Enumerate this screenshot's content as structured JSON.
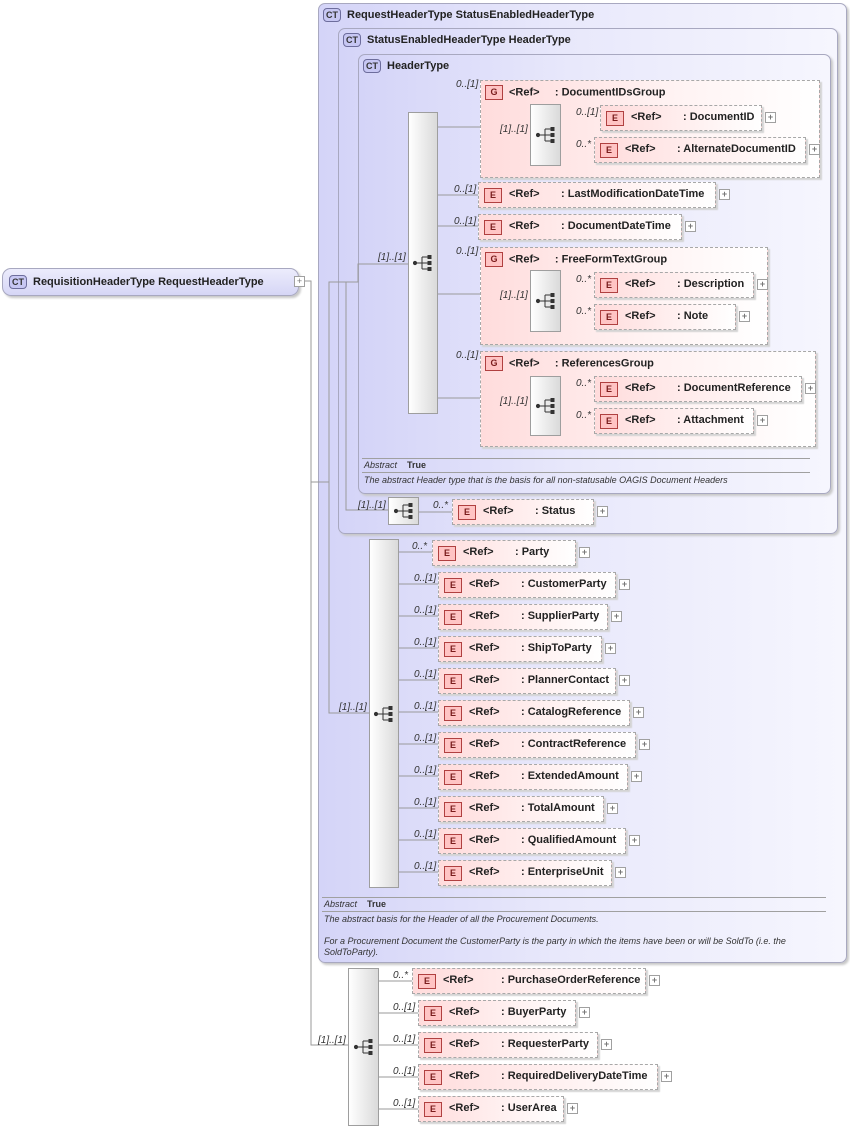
{
  "diagram": {
    "root": {
      "name": "RequisitionHeaderType",
      "base": "RequestHeaderType",
      "badge": "CT"
    },
    "request_header": {
      "name": "RequestHeaderType",
      "base": "StatusEnabledHeaderType",
      "badge": "CT",
      "abstract_label": "Abstract",
      "abstract_value": "True",
      "description_1": "The abstract basis for the Header of all the Procurement Documents.",
      "description_2": "For a Procurement Document the CustomerParty is the party in which the items have been or will be SoldTo (i.e. the",
      "description_3": "SoldToParty)."
    },
    "status_enabled": {
      "name": "StatusEnabledHeaderType",
      "base": "HeaderType",
      "badge": "CT"
    },
    "header_type": {
      "name": "HeaderType",
      "badge": "CT",
      "abstract_label": "Abstract",
      "abstract_value": "True",
      "description": "The abstract Header type that is the basis for all non-statusable OAGIS Document Headers"
    },
    "ref_label": "<Ref>",
    "group_badge": "G",
    "elem_badge": "E",
    "plus": "+",
    "groups": {
      "docids": {
        "name": ": DocumentIDsGroup",
        "card": "0..[1]",
        "seq_card": "[1]..[1]",
        "items": [
          {
            "name": ": DocumentID",
            "card": "0..[1]"
          },
          {
            "name": ": AlternateDocumentID",
            "card": "0..*"
          }
        ]
      },
      "freeform": {
        "name": ": FreeFormTextGroup",
        "card": "0..[1]",
        "seq_card": "[1]..[1]",
        "items": [
          {
            "name": ": Description",
            "card": "0..*"
          },
          {
            "name": ": Note",
            "card": "0..*"
          }
        ]
      },
      "references": {
        "name": ": ReferencesGroup",
        "card": "0..[1]",
        "seq_card": "[1]..[1]",
        "items": [
          {
            "name": ": DocumentReference",
            "card": "0..*"
          },
          {
            "name": ": Attachment",
            "card": "0..*"
          }
        ]
      }
    },
    "header_elems": [
      {
        "name": ": LastModificationDateTime",
        "card": "0..[1]"
      },
      {
        "name": ": DocumentDateTime",
        "card": "0..[1]"
      }
    ],
    "header_seq_card": "[1]..[1]",
    "status": {
      "seq_card": "[1]..[1]",
      "name": ": Status",
      "card": "0..*"
    },
    "request_seq_card": "[1]..[1]",
    "request_elems": [
      {
        "name": ": Party",
        "card": "0..*"
      },
      {
        "name": ": CustomerParty",
        "card": "0..[1]"
      },
      {
        "name": ": SupplierParty",
        "card": "0..[1]"
      },
      {
        "name": ": ShipToParty",
        "card": "0..[1]"
      },
      {
        "name": ": PlannerContact",
        "card": "0..[1]"
      },
      {
        "name": ": CatalogReference",
        "card": "0..[1]"
      },
      {
        "name": ": ContractReference",
        "card": "0..[1]"
      },
      {
        "name": ": ExtendedAmount",
        "card": "0..[1]"
      },
      {
        "name": ": TotalAmount",
        "card": "0..[1]"
      },
      {
        "name": ": QualifiedAmount",
        "card": "0..[1]"
      },
      {
        "name": ": EnterpriseUnit",
        "card": "0..[1]"
      }
    ],
    "root_seq_card": "[1]..[1]",
    "root_elems": [
      {
        "name": ": PurchaseOrderReference",
        "card": "0..*"
      },
      {
        "name": ": BuyerParty",
        "card": "0..[1]"
      },
      {
        "name": ": RequesterParty",
        "card": "0..[1]"
      },
      {
        "name": ": RequiredDeliveryDateTime",
        "card": "0..[1]"
      },
      {
        "name": ": UserArea",
        "card": "0..[1]"
      }
    ]
  }
}
